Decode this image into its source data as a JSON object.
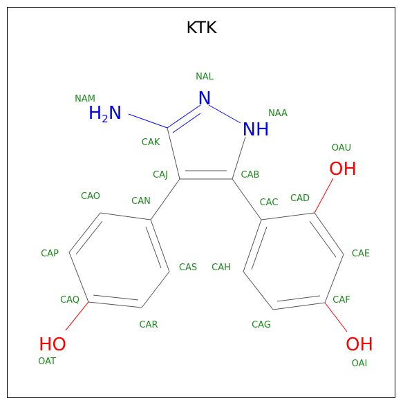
{
  "title": "KTK",
  "colors": {
    "bond": "#555555",
    "label": "#1a8a1a",
    "nitrogen": "#0000ff",
    "oxygen": "#ff0000",
    "title": "#000000"
  },
  "heteroatoms": [
    {
      "id": "n-nal",
      "text": "N"
    },
    {
      "id": "n-naa",
      "text": "NH"
    },
    {
      "id": "n-nam",
      "main": "H",
      "sub": "2",
      "tail": "N"
    },
    {
      "id": "o-oau",
      "text": "OH"
    },
    {
      "id": "o-oai",
      "text": "OH"
    },
    {
      "id": "o-oat",
      "text": "HO"
    }
  ],
  "atom_labels": {
    "nal": "NAL",
    "naa": "NAA",
    "nam": "NAM",
    "cak": "CAK",
    "caj": "CAJ",
    "cab": "CAB",
    "oau": "OAU",
    "cao": "CAO",
    "can": "CAN",
    "cac": "CAC",
    "cad": "CAD",
    "cap": "CAP",
    "cas": "CAS",
    "cah": "CAH",
    "cae": "CAE",
    "caq": "CAQ",
    "caf": "CAF",
    "car": "CAR",
    "cag": "CAG",
    "oat": "OAT",
    "oai": "OAI"
  }
}
